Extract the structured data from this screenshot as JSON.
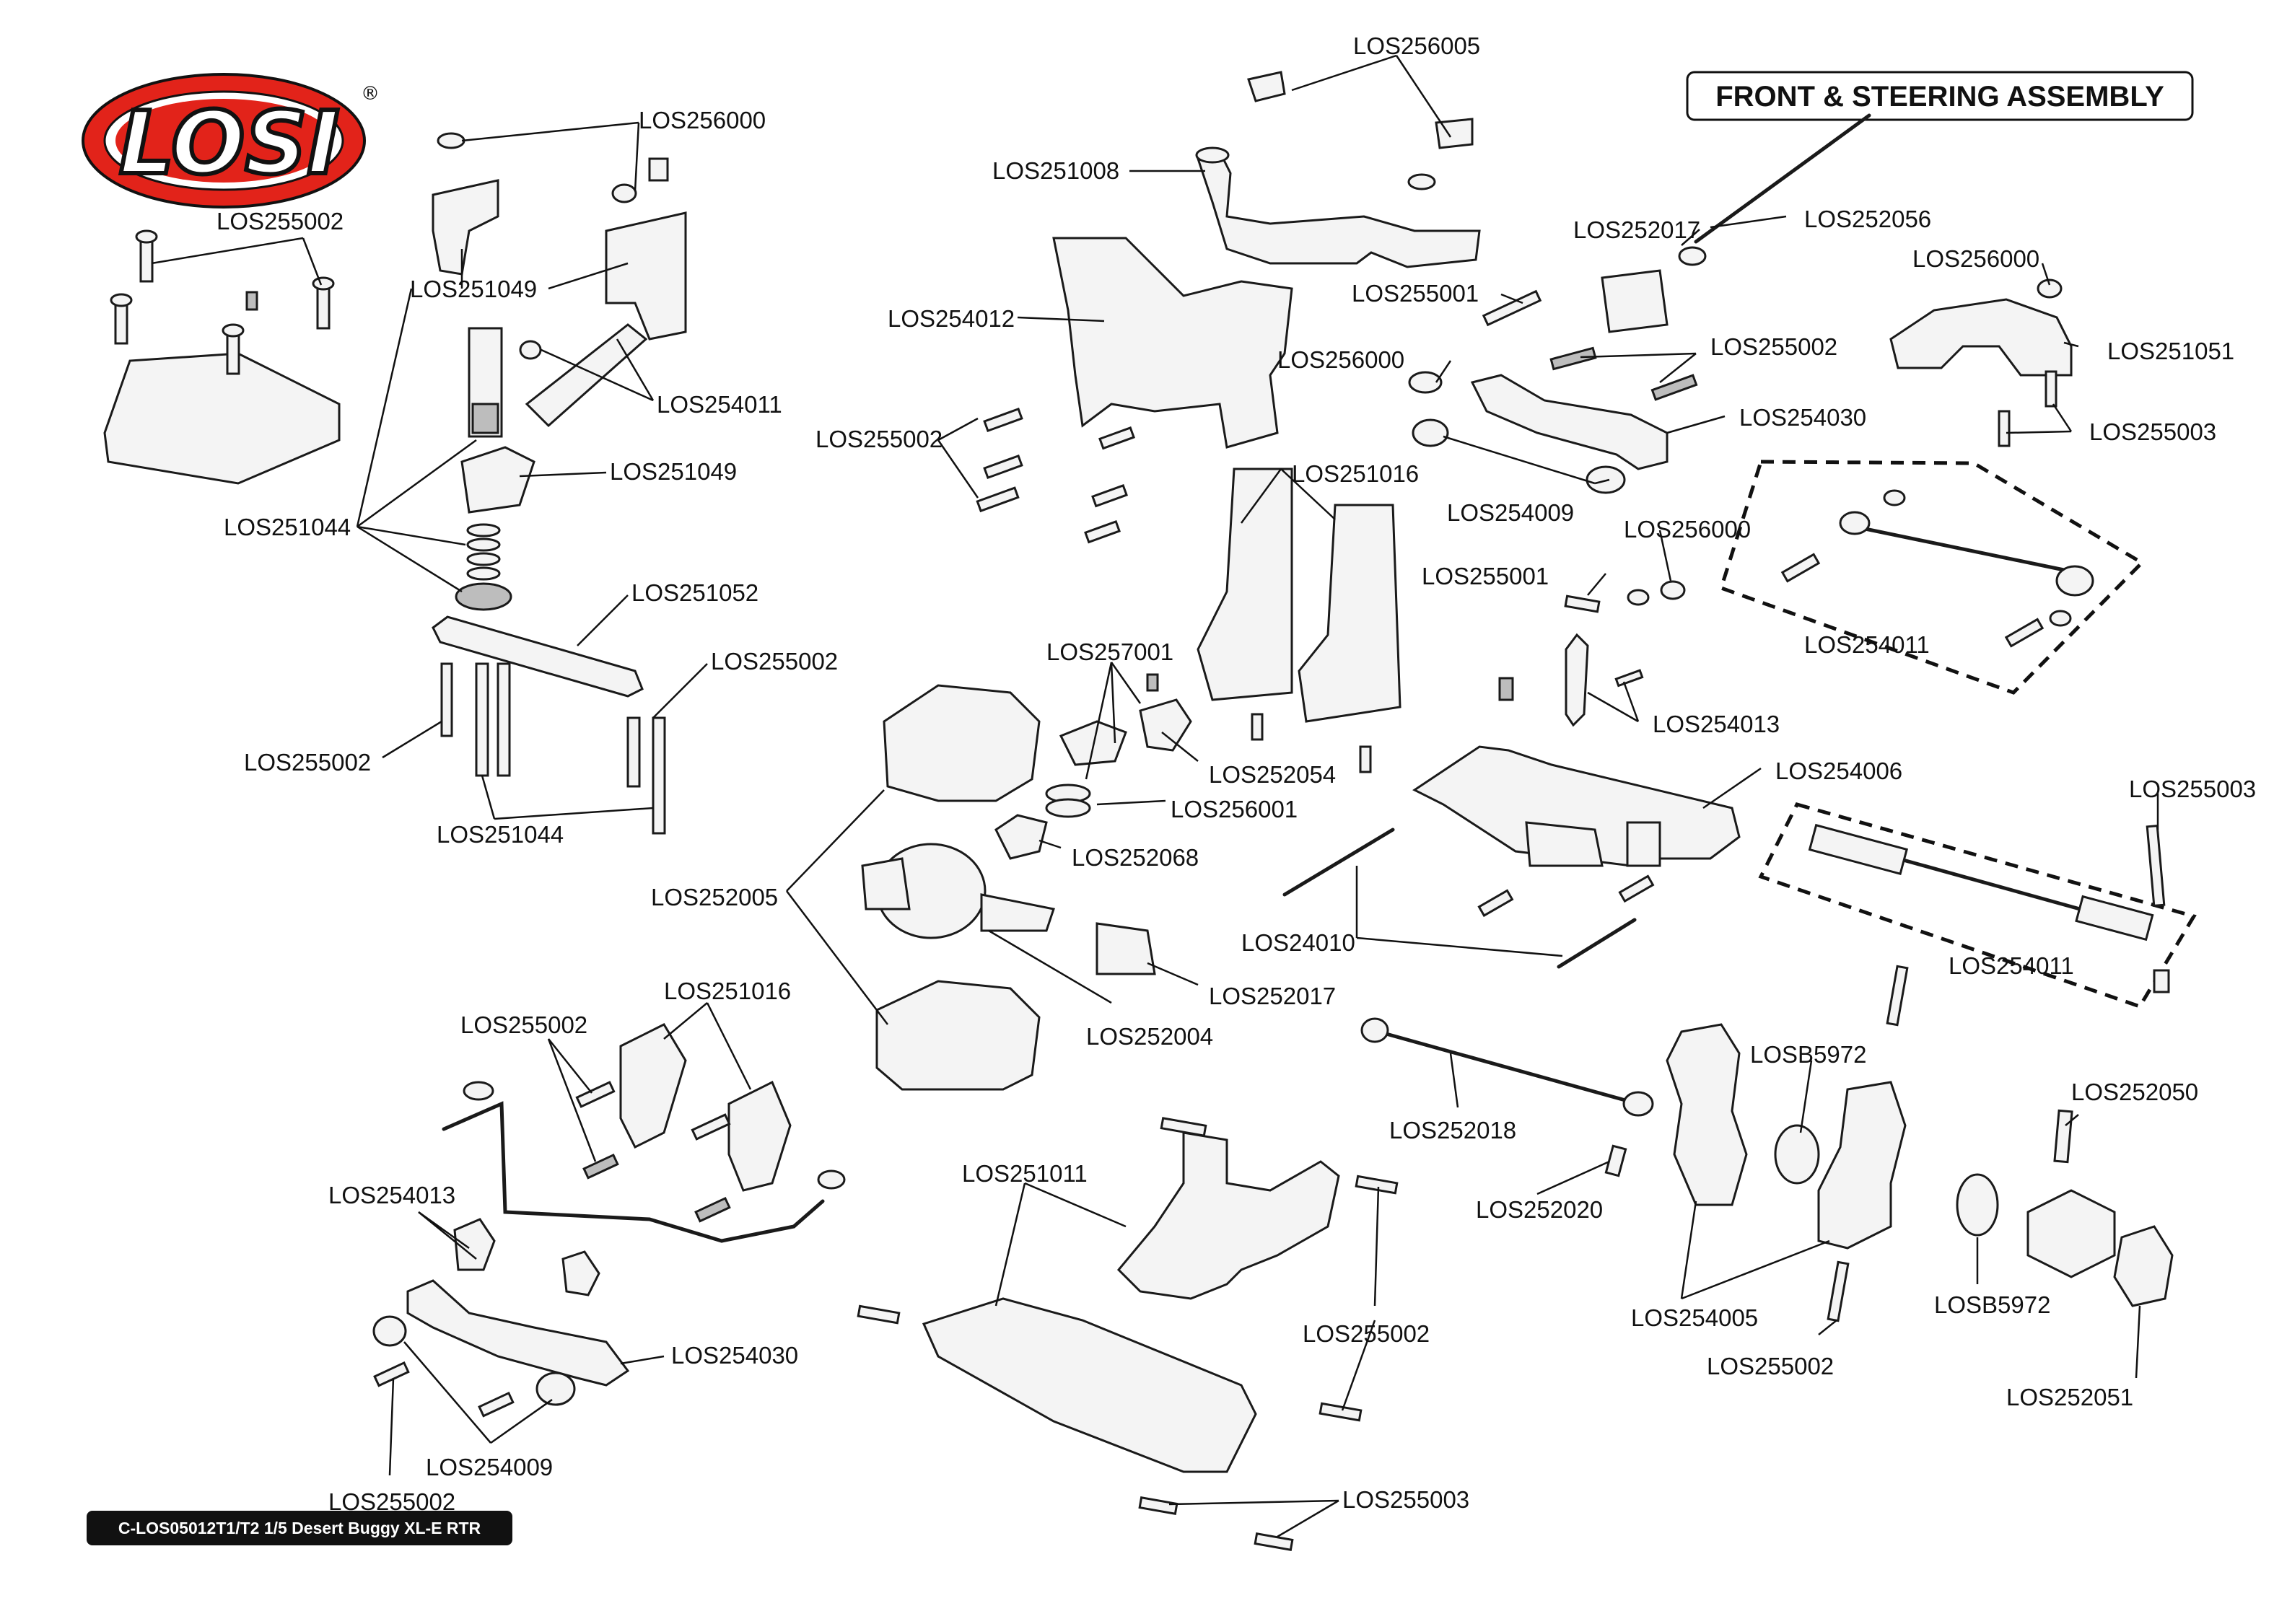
{
  "brand": {
    "logo_text": "LOSI",
    "registered_mark": "®",
    "logo_red": "#e2231a"
  },
  "title": "FRONT & STEERING ASSEMBLY",
  "footer": "C-LOS05012T1/T2 1/5 Desert Buggy XL-E RTR",
  "callouts": [
    {
      "id": "los256005",
      "text": "LOS256005"
    },
    {
      "id": "los256000-a",
      "text": "LOS256000"
    },
    {
      "id": "los255002-a",
      "text": "LOS255002"
    },
    {
      "id": "los251049-a",
      "text": "LOS251049"
    },
    {
      "id": "los254011-a",
      "text": "LOS254011"
    },
    {
      "id": "los251049-b",
      "text": "LOS251049"
    },
    {
      "id": "los251044-a",
      "text": "LOS251044"
    },
    {
      "id": "los251052",
      "text": "LOS251052"
    },
    {
      "id": "los255002-b",
      "text": "LOS255002"
    },
    {
      "id": "los255002-c",
      "text": "LOS255002"
    },
    {
      "id": "los251044-b",
      "text": "LOS251044"
    },
    {
      "id": "los251008",
      "text": "LOS251008"
    },
    {
      "id": "los254012",
      "text": "LOS254012"
    },
    {
      "id": "los255002-d",
      "text": "LOS255002"
    },
    {
      "id": "los251016-a",
      "text": "LOS251016"
    },
    {
      "id": "los257001",
      "text": "LOS257001"
    },
    {
      "id": "los252054",
      "text": "LOS252054"
    },
    {
      "id": "los256001",
      "text": "LOS256001"
    },
    {
      "id": "los252068",
      "text": "LOS252068"
    },
    {
      "id": "los252005",
      "text": "LOS252005"
    },
    {
      "id": "los252004",
      "text": "LOS252004"
    },
    {
      "id": "los252017-a",
      "text": "LOS252017"
    },
    {
      "id": "los252017-b",
      "text": "LOS252017"
    },
    {
      "id": "los252056",
      "text": "LOS252056"
    },
    {
      "id": "los255001-a",
      "text": "LOS255001"
    },
    {
      "id": "los256000-b",
      "text": "LOS256000"
    },
    {
      "id": "los255002-e",
      "text": "LOS255002"
    },
    {
      "id": "los254030-a",
      "text": "LOS254030"
    },
    {
      "id": "los254009-a",
      "text": "LOS254009"
    },
    {
      "id": "los256000-c",
      "text": "LOS256000"
    },
    {
      "id": "los251051",
      "text": "LOS251051"
    },
    {
      "id": "los255003-a",
      "text": "LOS255003"
    },
    {
      "id": "los256000-d",
      "text": "LOS256000"
    },
    {
      "id": "los255001-b",
      "text": "LOS255001"
    },
    {
      "id": "los254011-b",
      "text": "LOS254011"
    },
    {
      "id": "los254013-a",
      "text": "LOS254013"
    },
    {
      "id": "los254006",
      "text": "LOS254006"
    },
    {
      "id": "los255003-b",
      "text": "LOS255003"
    },
    {
      "id": "los24010",
      "text": "LOS24010"
    },
    {
      "id": "los254011-c",
      "text": "LOS254011"
    },
    {
      "id": "los252018",
      "text": "LOS252018"
    },
    {
      "id": "los252020",
      "text": "LOS252020"
    },
    {
      "id": "losb5972-a",
      "text": "LOSB5972"
    },
    {
      "id": "los252050",
      "text": "LOS252050"
    },
    {
      "id": "los254005",
      "text": "LOS254005"
    },
    {
      "id": "losb5972-b",
      "text": "LOSB5972"
    },
    {
      "id": "los255002-f",
      "text": "LOS255002"
    },
    {
      "id": "los252051",
      "text": "LOS252051"
    },
    {
      "id": "los255002-g",
      "text": "LOS255002"
    },
    {
      "id": "los251016-b",
      "text": "LOS251016"
    },
    {
      "id": "los254013-b",
      "text": "LOS254013"
    },
    {
      "id": "los254030-b",
      "text": "LOS254030"
    },
    {
      "id": "los254009-b",
      "text": "LOS254009"
    },
    {
      "id": "los255002-h",
      "text": "LOS255002"
    },
    {
      "id": "los251011",
      "text": "LOS251011"
    },
    {
      "id": "los255002-i",
      "text": "LOS255002"
    },
    {
      "id": "los255003-c",
      "text": "LOS255003"
    }
  ]
}
